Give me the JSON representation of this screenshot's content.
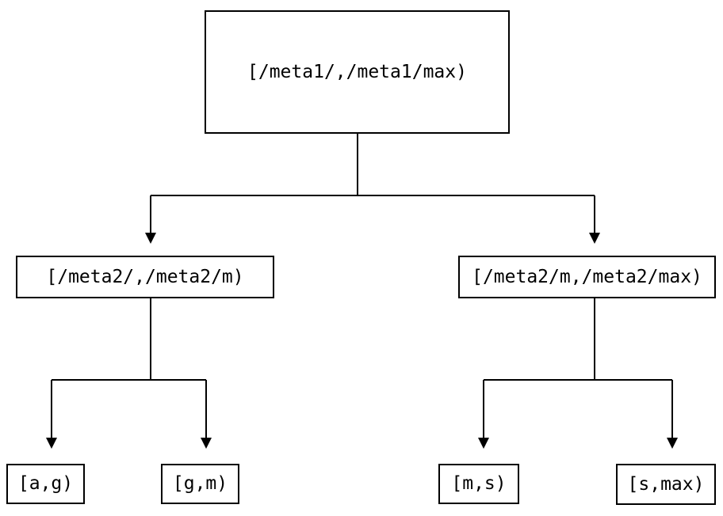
{
  "diagram": {
    "type": "tree",
    "colors": {
      "background": "#ffffff",
      "node_border": "#000000",
      "node_fill": "#ffffff",
      "text": "#000000",
      "edge": "#000000"
    },
    "nodes": [
      {
        "id": "root",
        "label": "[/meta1/,/meta1/max)"
      },
      {
        "id": "left-mid",
        "label": "[/meta2/,/meta2/m)"
      },
      {
        "id": "right-mid",
        "label": "[/meta2/m,/meta2/max)"
      },
      {
        "id": "leaf-ag",
        "label": "[a,g)"
      },
      {
        "id": "leaf-gm",
        "label": "[g,m)"
      },
      {
        "id": "leaf-ms",
        "label": "[m,s)"
      },
      {
        "id": "leaf-smax",
        "label": "[s,max)"
      }
    ],
    "edges": [
      {
        "from": "root",
        "to": "left-mid"
      },
      {
        "from": "root",
        "to": "right-mid"
      },
      {
        "from": "left-mid",
        "to": "leaf-ag"
      },
      {
        "from": "left-mid",
        "to": "leaf-gm"
      },
      {
        "from": "right-mid",
        "to": "leaf-ms"
      },
      {
        "from": "right-mid",
        "to": "leaf-smax"
      }
    ]
  }
}
